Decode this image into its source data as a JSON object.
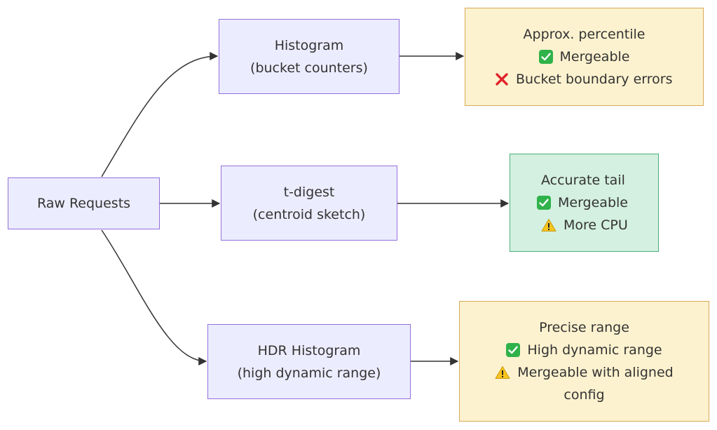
{
  "nodes": {
    "raw": {
      "label": "Raw Requests"
    },
    "histogram": {
      "line1": "Histogram",
      "line2": "(bucket counters)"
    },
    "tdigest": {
      "line1": "t-digest",
      "line2": "(centroid sketch)"
    },
    "hdr": {
      "line1": "HDR Histogram",
      "line2": "(high dynamic range)"
    },
    "approx": {
      "title": "Approx. percentile",
      "pro": "Mergeable",
      "con": "Bucket boundary errors"
    },
    "accurate": {
      "title": "Accurate tail",
      "pro": "Mergeable",
      "warn": "More CPU"
    },
    "precise": {
      "title": "Precise range",
      "pro": "High dynamic range",
      "warn_line1": "Mergeable with aligned",
      "warn_line2": "config"
    }
  },
  "icons": {
    "pro": "check-mark-icon",
    "con": "cross-mark-icon",
    "warn": "warning-icon"
  },
  "colors": {
    "purple_fill": "#ececff",
    "purple_stroke": "#9370db",
    "yellow_fill": "#fdf2cf",
    "yellow_stroke": "#d7a956",
    "green_fill": "#d4f0e0",
    "green_stroke": "#4caf7a",
    "edge": "#333333"
  }
}
